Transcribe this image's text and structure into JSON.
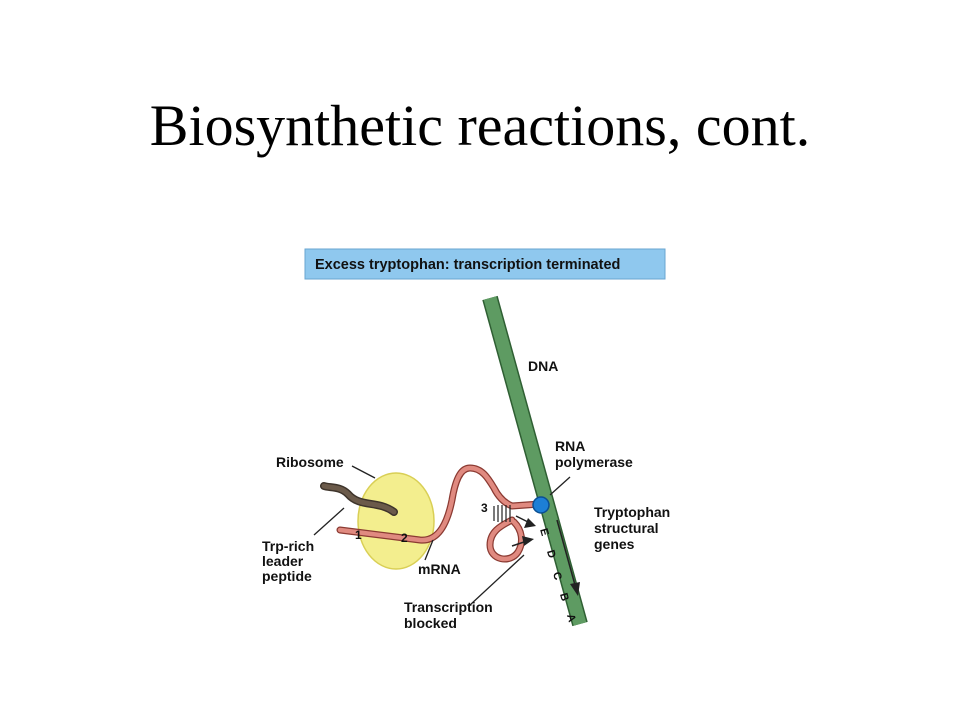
{
  "slide": {
    "title": "Biosynthetic reactions, cont."
  },
  "figure": {
    "banner": "Excess tryptophan:  transcription terminated",
    "labels": {
      "dna": "DNA",
      "rna_polymerase_line1": "RNA",
      "rna_polymerase_line2": "polymerase",
      "ribosome": "Ribosome",
      "trp_leader_line1": "Trp-rich",
      "trp_leader_line2": "leader",
      "trp_leader_line3": "peptide",
      "mrna": "mRNA",
      "trp_genes_line1": "Tryptophan",
      "trp_genes_line2": "structural",
      "trp_genes_line3": "genes",
      "blocked_line1": "Transcription",
      "blocked_line2": "blocked"
    },
    "region_numbers": [
      "1",
      "2",
      "3"
    ],
    "genes": [
      "E",
      "D",
      "C",
      "B",
      "A"
    ],
    "colors": {
      "banner_fill": "#8fc8ee",
      "dna": "#5e9b62",
      "mrna": "#e08a80",
      "ribosome": "#f3ee8e",
      "polymerase": "#1d7fd6",
      "peptide": "#6b5a4a"
    }
  }
}
